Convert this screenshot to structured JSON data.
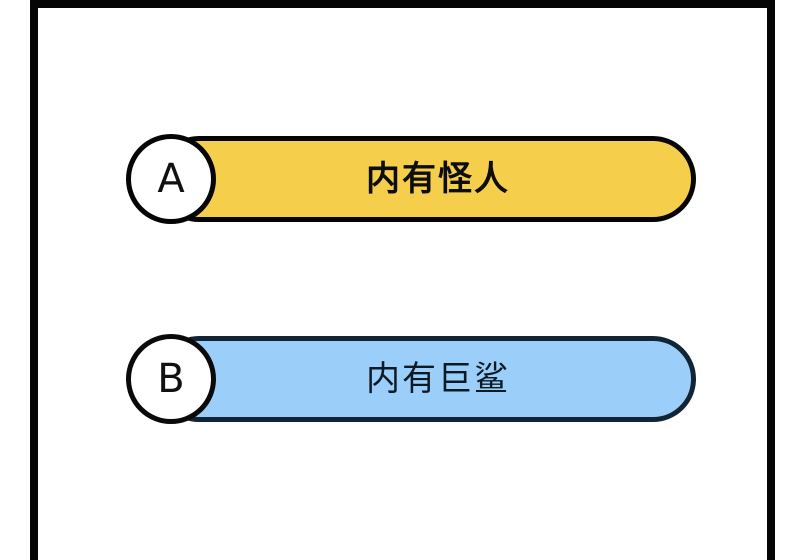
{
  "panel": {
    "background_color": "#ffffff",
    "border_color": "#050505"
  },
  "top_stubs": [
    {
      "name": "left-red-stub",
      "color": "#5e1517"
    },
    {
      "name": "right-red-stub",
      "color": "#5e1517"
    }
  ],
  "options": [
    {
      "key": "A",
      "text": "内有怪人",
      "fill_color": "#f5ce4c",
      "border_color": "#050505",
      "badge_fill": "#ffffff",
      "badge_border": "#050505"
    },
    {
      "key": "B",
      "text": "内有巨鲨",
      "fill_color": "#9bcffa",
      "border_color": "#112536",
      "badge_fill": "#ffffff",
      "badge_border": "#0a0a0a"
    }
  ]
}
